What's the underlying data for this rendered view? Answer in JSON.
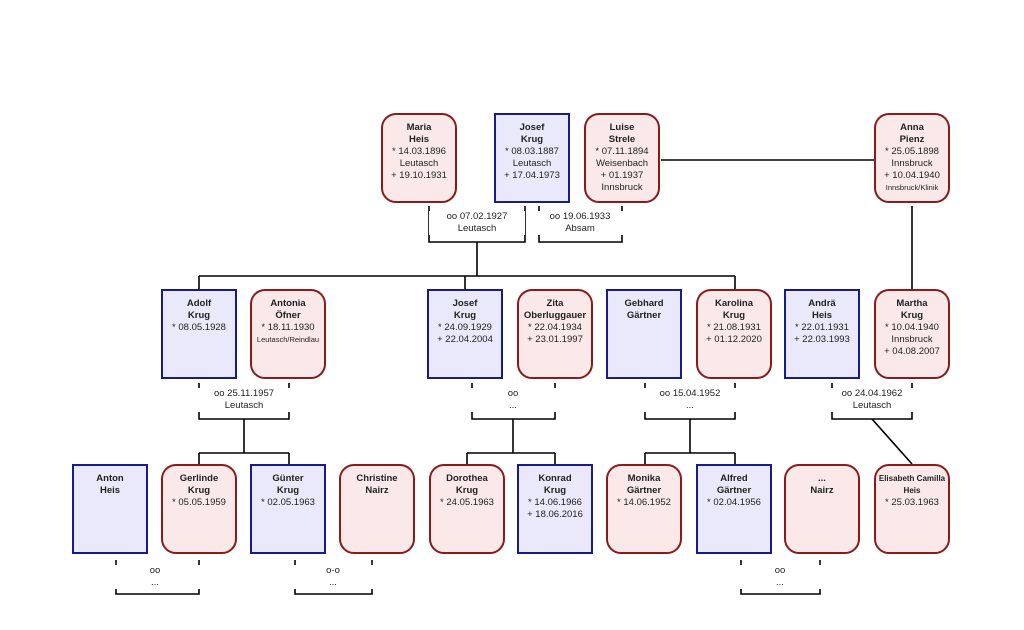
{
  "colors": {
    "female_border": "#8b1a1a",
    "female_fill": "#fbe9e9",
    "male_border": "#1a1a8b",
    "male_fill": "#e9e9fb",
    "line": "#000000"
  },
  "persons": {
    "maria_heis": {
      "name": "Maria\nHeis",
      "lines": [
        "* 14.03.1896",
        "Leutasch",
        "+ 19.10.1931"
      ]
    },
    "josef_krug_1887": {
      "name": "Josef\nKrug",
      "lines": [
        "* 08.03.1887",
        "Leutasch",
        "+ 17.04.1973"
      ]
    },
    "luise_strele": {
      "name": "Luise\nStrele",
      "lines": [
        "* 07.11.1894",
        "Weisenbach",
        "+ 01.1937",
        "Innsbruck"
      ]
    },
    "anna_pienz": {
      "name": "Anna\nPienz",
      "lines": [
        "* 25.05.1898",
        "Innsbruck",
        "+ 10.04.1940",
        "Innsbruck/Klinik"
      ]
    },
    "adolf_krug": {
      "name": "Adolf\nKrug",
      "lines": [
        "* 08.05.1928"
      ]
    },
    "antonia_ofner": {
      "name": "Antonia\nÖfner",
      "lines": [
        "* 18.11.1930",
        "Leutasch/Reindlau"
      ]
    },
    "josef_krug_1929": {
      "name": "Josef\nKrug",
      "lines": [
        "* 24.09.1929",
        "",
        "+ 22.04.2004"
      ]
    },
    "zita_oberluggauer": {
      "name": "Zita\nOberluggauer",
      "lines": [
        "* 22.04.1934",
        "",
        "+ 23.01.1997"
      ]
    },
    "gebhard_gartner": {
      "name": "Gebhard\nGärtner",
      "lines": []
    },
    "karolina_krug": {
      "name": "Karolina\nKrug",
      "lines": [
        "* 21.08.1931",
        "",
        "+ 01.12.2020"
      ]
    },
    "andra_heis": {
      "name": "Andrä\nHeis",
      "lines": [
        "* 22.01.1931",
        "",
        "+ 22.03.1993"
      ]
    },
    "martha_krug": {
      "name": "Martha\nKrug",
      "lines": [
        "* 10.04.1940",
        "Innsbruck",
        "+ 04.08.2007"
      ]
    },
    "anton_heis": {
      "name": "Anton\nHeis",
      "lines": []
    },
    "gerlinde_krug": {
      "name": "Gerlinde\nKrug",
      "lines": [
        "* 05.05.1959"
      ]
    },
    "gunter_krug": {
      "name": "Günter\nKrug",
      "lines": [
        "* 02.05.1963"
      ]
    },
    "christine_nairz": {
      "name": "Christine\nNairz",
      "lines": []
    },
    "dorothea_krug": {
      "name": "Dorothea\nKrug",
      "lines": [
        "* 24.05.1963"
      ]
    },
    "konrad_krug": {
      "name": "Konrad\nKrug",
      "lines": [
        "* 14.06.1966",
        "",
        "+ 18.06.2016"
      ]
    },
    "monika_gartner": {
      "name": "Monika\nGärtner",
      "lines": [
        "* 14.06.1952"
      ]
    },
    "alfred_gartner": {
      "name": "Alfred\nGärtner",
      "lines": [
        "* 02.04.1956"
      ]
    },
    "unknown_nairz": {
      "name": "...\nNairz",
      "lines": []
    },
    "elisabeth_heis": {
      "name": "Elisabeth Camilla\nHeis",
      "lines": [
        "* 25.03.1963"
      ]
    }
  },
  "marriages": {
    "maria_josef": {
      "line1": "oo 07.02.1927",
      "line2": "Leutasch"
    },
    "josef_luise": {
      "line1": "oo 19.06.1933",
      "line2": "Absam"
    },
    "adolf_antonia": {
      "line1": "oo 25.11.1957",
      "line2": "Leutasch"
    },
    "josef_zita": {
      "line1": "oo",
      "line2": "..."
    },
    "gebhard_karolina": {
      "line1": "oo 15.04.1952",
      "line2": "..."
    },
    "andra_martha": {
      "line1": "oo 24.04.1962",
      "line2": "Leutasch"
    },
    "anton_gerlinde": {
      "line1": "oo",
      "line2": "..."
    },
    "gunter_christine": {
      "line1": "o-o",
      "line2": "..."
    },
    "alfred_nairz": {
      "line1": "oo",
      "line2": "..."
    }
  }
}
